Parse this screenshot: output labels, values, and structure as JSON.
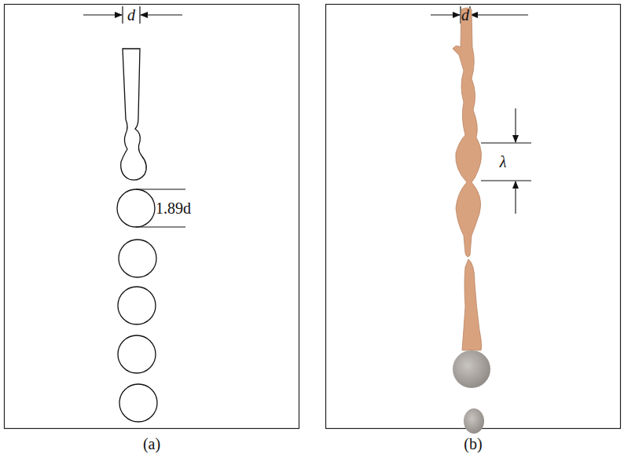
{
  "diagram": {
    "labels": [
      "d",
      "1.89d",
      "(a)",
      "d",
      "λ",
      "(b)"
    ]
  }
}
